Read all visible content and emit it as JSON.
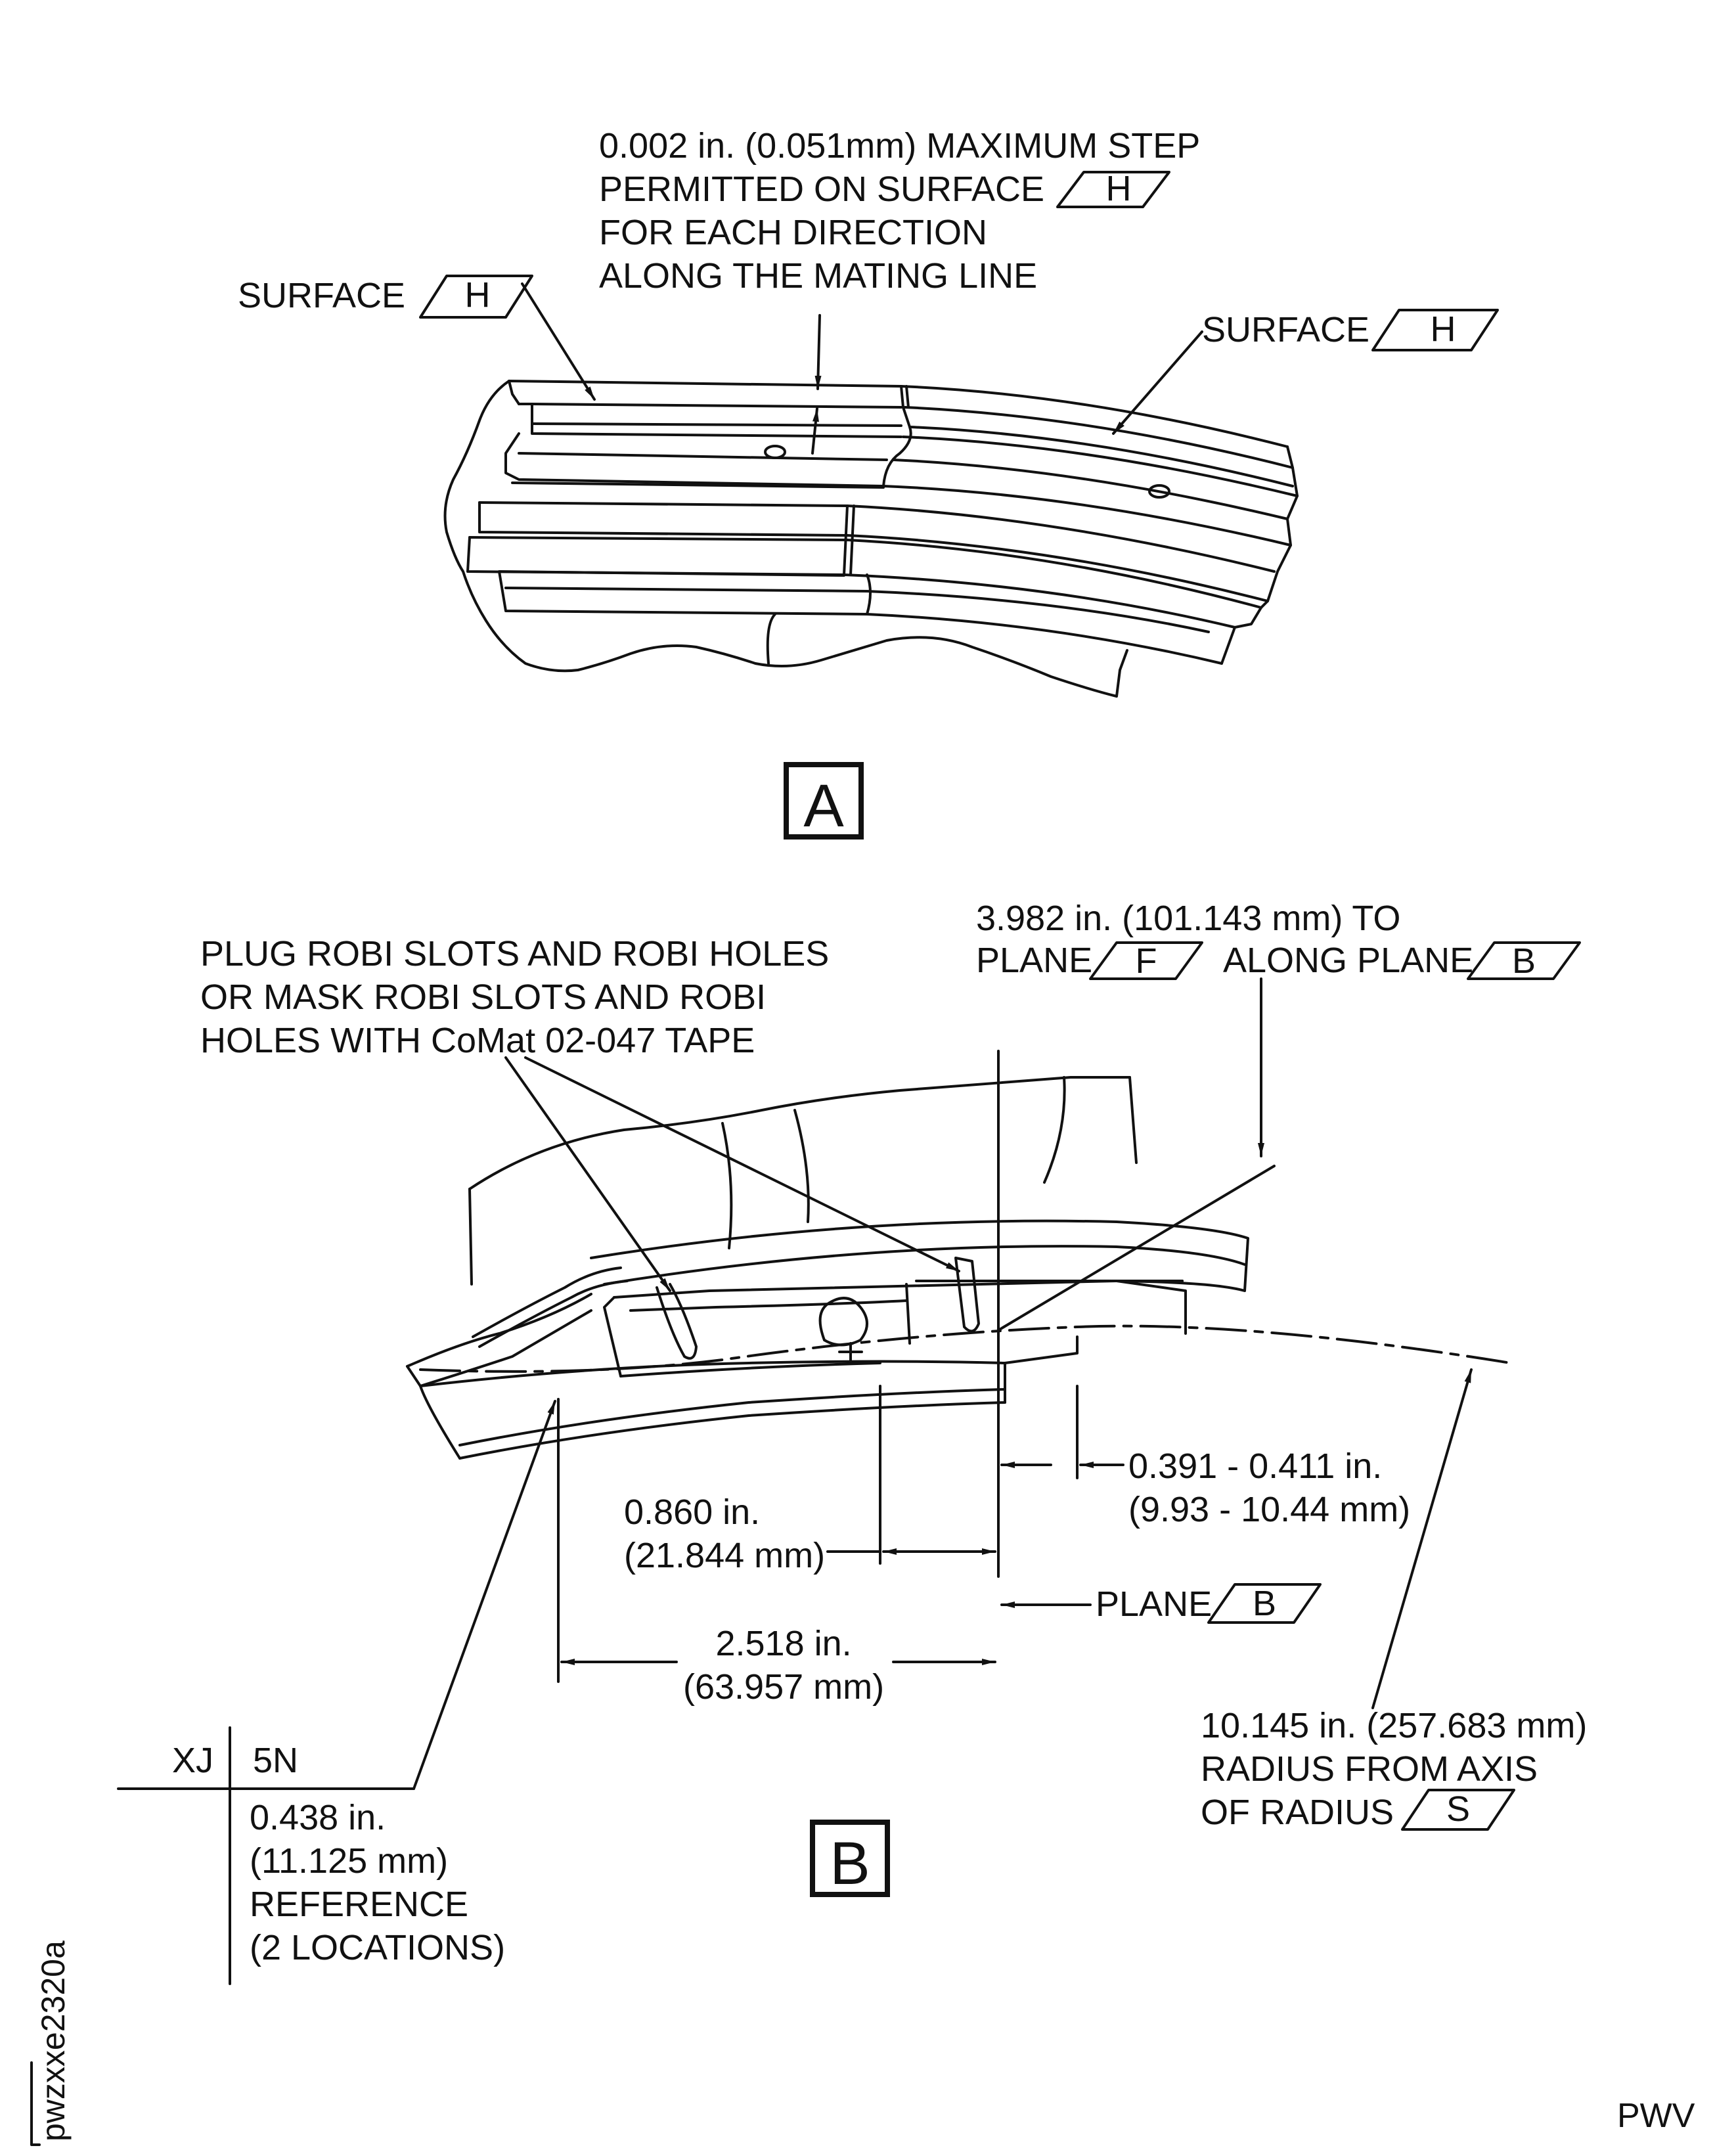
{
  "view_a": {
    "step_note": [
      "0.002 in. (0.051mm) MAXIMUM STEP",
      "PERMITTED ON SURFACE",
      "FOR EACH DIRECTION",
      "ALONG THE MATING LINE"
    ],
    "step_note_datum": "H",
    "surface_left_label": "SURFACE",
    "surface_left_datum": "H",
    "surface_right_label": "SURFACE",
    "surface_right_datum": "H",
    "view_letter": "A"
  },
  "view_b": {
    "plug_note": [
      "PLUG ROBI SLOTS AND ROBI HOLES",
      "OR MASK ROBI SLOTS AND ROBI",
      "HOLES WITH CoMat 02-047 TAPE"
    ],
    "plane_note_line1": "3.982 in. (101.143 mm) TO",
    "plane_note_word": "PLANE",
    "plane_note_datum_f": "F",
    "plane_note_along": "ALONG PLANE",
    "plane_note_datum_b": "B",
    "dim_0391": [
      "0.391 - 0.411 in.",
      "(9.93 - 10.44 mm)"
    ],
    "dim_0860": [
      "0.860 in.",
      "(21.844 mm)"
    ],
    "plane_b_label": "PLANE",
    "plane_b_datum": "B",
    "dim_2518": [
      "2.518 in.",
      "(63.957 mm)"
    ],
    "radius_note": [
      "10.145 in. (257.683 mm)",
      "RADIUS FROM AXIS",
      "OF RADIUS"
    ],
    "radius_datum": "S",
    "table_col_left": "XJ",
    "table_col_right": "5N",
    "ref_note": [
      "0.438 in.",
      "(11.125 mm)",
      "REFERENCE",
      "(2 LOCATIONS)"
    ],
    "view_letter": "B"
  },
  "figure_id": "pwzxxe2320a",
  "corner_code": "PWV"
}
